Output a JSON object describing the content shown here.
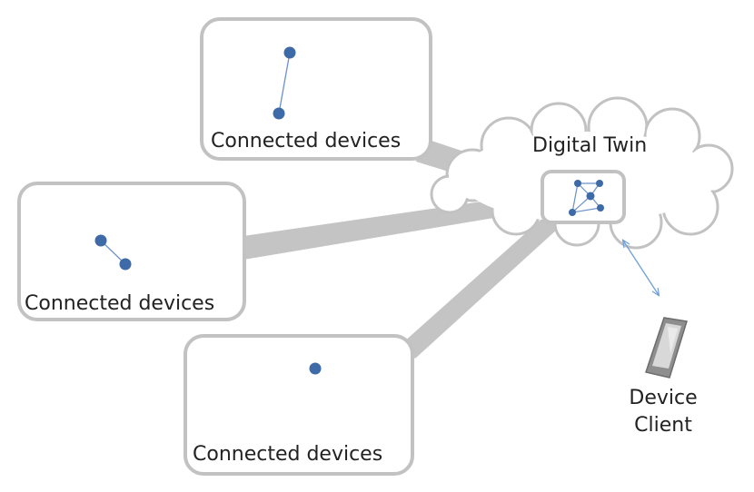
{
  "diagram": {
    "device_groups": [
      {
        "label": "Connected devices"
      },
      {
        "label": "Connected devices"
      },
      {
        "label": "Connected devices"
      }
    ],
    "digital_twin": {
      "label": "Digital Twin"
    },
    "device_client": {
      "line1": "Device",
      "line2": "Client"
    }
  },
  "colors": {
    "box_border": "#c2c2c2",
    "connector": "#c4c4c4",
    "node": "#3f6aa8",
    "edge": "#6a91c9",
    "arrow": "#6f9fd8",
    "phone_body": "#8e8e8e",
    "phone_screen": "#d8d8d8"
  },
  "icons": [
    "device-node-icon",
    "twin-graph-icon",
    "bidirectional-arrow-icon",
    "phone-icon",
    "cloud-shape"
  ]
}
